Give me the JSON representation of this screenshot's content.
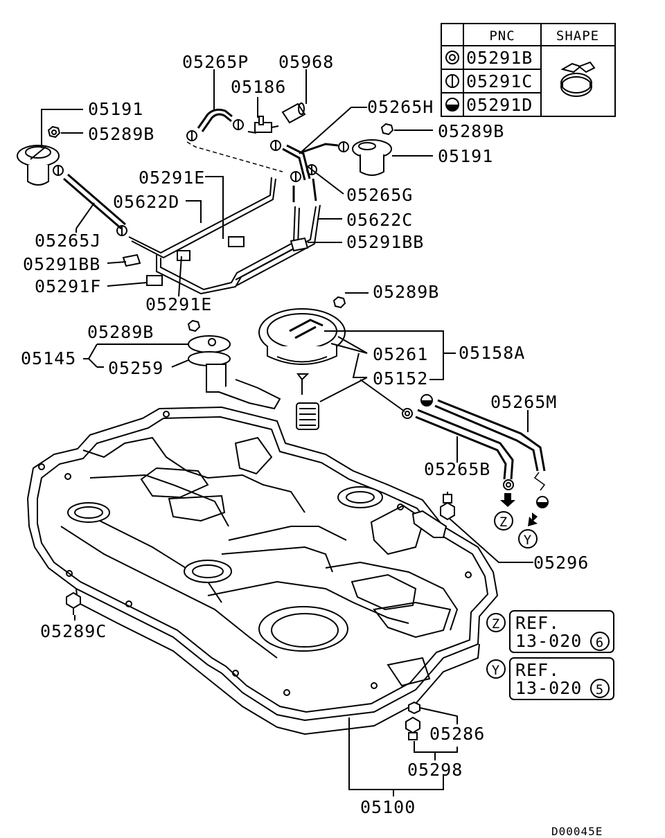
{
  "table": {
    "header_pnc": "PNC",
    "header_shape": "SHAPE",
    "rows": [
      {
        "pnc": "05291B",
        "symbol": "double-circle-icon"
      },
      {
        "pnc": "05291C",
        "symbol": "circle-vertical-line-icon"
      },
      {
        "pnc": "05291D",
        "symbol": "half-filled-circle-icon"
      }
    ]
  },
  "labels": {
    "p05265P": "05265P",
    "p05968": "05968",
    "p05186": "05186",
    "p05265H": "05265H",
    "p05191_left": "05191",
    "p05289B_left_top": "05289B",
    "p05289B_right_top": "05289B",
    "p05191_right": "05191",
    "p05291E_top": "05291E",
    "p05622D": "05622D",
    "p05265G": "05265G",
    "p05622C": "05622C",
    "p05265J": "05265J",
    "p05291BB_right": "05291BB",
    "p05291BB_left": "05291BB",
    "p05291F": "05291F",
    "p05291E_bottom": "05291E",
    "p05289B_mid_right": "05289B",
    "p05289B_mid_left": "05289B",
    "p05145": "05145",
    "p05259": "05259",
    "p05261": "05261",
    "p05158A": "05158A",
    "p05152": "05152",
    "p05265M": "05265M",
    "p05265B": "05265B",
    "p05296": "05296",
    "p05289C": "05289C",
    "p05286": "05286",
    "p05298": "05298",
    "p05100": "05100"
  },
  "markers": {
    "z": "Z",
    "y": "Y"
  },
  "refs": [
    {
      "marker": "Z",
      "title": "REF.",
      "code": "13-020",
      "num": "6"
    },
    {
      "marker": "Y",
      "title": "REF.",
      "code": "13-020",
      "num": "5"
    }
  ],
  "footer_code": "D00045E"
}
